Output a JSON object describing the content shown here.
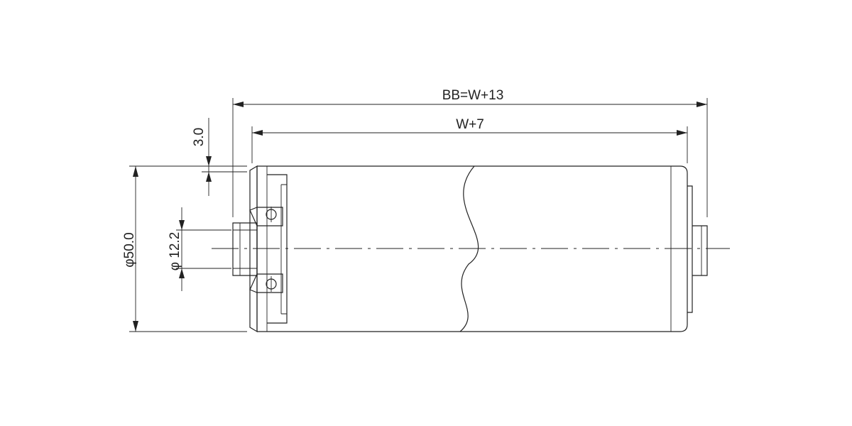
{
  "dimensions": {
    "overall_length": "BB=W+13",
    "tube_length": "W+7",
    "flange_offset": "3.0",
    "outer_diameter": "φ50.0",
    "shaft_diameter": "φ 12.2"
  }
}
